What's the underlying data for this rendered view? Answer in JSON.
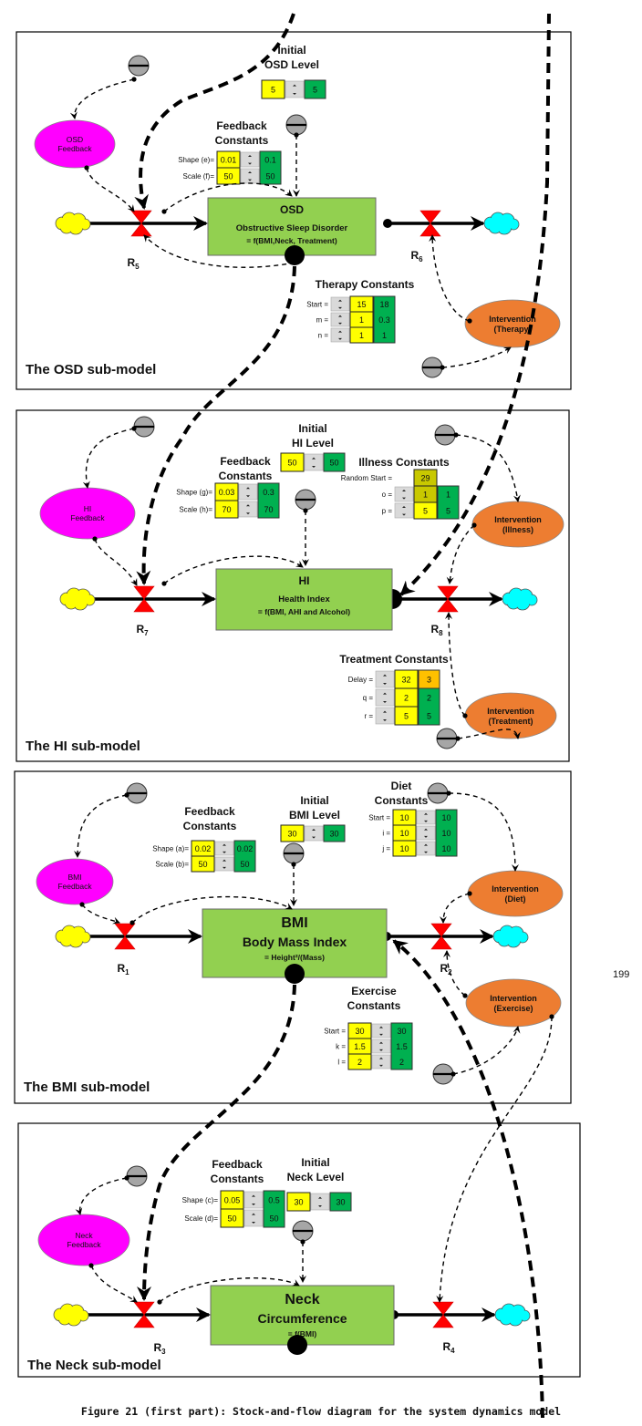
{
  "page_number": "199",
  "caption": "Figure 21 (first part):  Stock-and-flow diagram for the system dynamics model",
  "colors": {
    "stock": "#92d050",
    "input": "#ffff00",
    "output": "#00b050",
    "feedback": "#ff00ff",
    "intervention": "#ed7d31",
    "valve": "#ff0000",
    "source_cloud": "#ffff00",
    "sink_cloud": "#00ffff",
    "highlight": "#ffc000",
    "olive": "#c8c800"
  },
  "models": [
    {
      "title": "The OSD sub-model",
      "stock": {
        "name": "OSD",
        "subtitle": "Obstructive Sleep Disorder",
        "formula": "= f(BMI,Neck, Treatment)"
      },
      "feedback": [
        "OSD",
        "Feedback"
      ],
      "rate_in": "R5",
      "rate_out": "R6",
      "initial": {
        "title": [
          "Initial",
          "OSD Level"
        ],
        "rows": [
          {
            "label": "",
            "value": "5",
            "output": "5"
          }
        ]
      },
      "feedback_constants": {
        "title": [
          "Feedback",
          "Constants"
        ],
        "rows": [
          {
            "label": "Shape (e)=",
            "value": "0.01",
            "output": "0.1"
          },
          {
            "label": "Scale (f)=",
            "value": "50",
            "output": "50"
          }
        ]
      },
      "tables": [
        {
          "title": [
            "Therapy Constants"
          ],
          "rows": [
            {
              "label": "Start =",
              "value": "15",
              "output": "18"
            },
            {
              "label": "m =",
              "value": "1",
              "output": "0.3"
            },
            {
              "label": "n =",
              "value": "1",
              "output": "1"
            }
          ]
        }
      ],
      "interventions": [
        [
          "Intervention",
          "(Therapy)"
        ]
      ]
    },
    {
      "title": "The HI sub-model",
      "stock": {
        "name": "HI",
        "subtitle": "Health Index",
        "formula": "= f(BMI, AHI and Alcohol)"
      },
      "feedback": [
        "HI",
        "Feedback"
      ],
      "rate_in": "R7",
      "rate_out": "R8",
      "initial": {
        "title": [
          "Initial",
          "HI Level"
        ],
        "rows": [
          {
            "label": "",
            "value": "50",
            "output": "50"
          }
        ]
      },
      "feedback_constants": {
        "title": [
          "Feedback",
          "Constants"
        ],
        "rows": [
          {
            "label": "Shape (g)=",
            "value": "0.03",
            "output": "0.3"
          },
          {
            "label": "Scale (h)=",
            "value": "70",
            "output": "70"
          }
        ]
      },
      "tables": [
        {
          "title": [
            "Illness Constants"
          ],
          "rows": [
            {
              "label": "Random Start =",
              "value": "29",
              "output": null
            },
            {
              "label": "o =",
              "value": "1",
              "output": "1"
            },
            {
              "label": "p =",
              "value": "5",
              "output": "5"
            }
          ]
        },
        {
          "title": [
            "Treatment Constants"
          ],
          "rows": [
            {
              "label": "Delay =",
              "value": "32",
              "output": "3"
            },
            {
              "label": "q =",
              "value": "2",
              "output": "2"
            },
            {
              "label": "r =",
              "value": "5",
              "output": "5"
            }
          ]
        }
      ],
      "interventions": [
        [
          "Intervention",
          "(Illness)"
        ],
        [
          "Intervention",
          "(Treatment)"
        ]
      ]
    },
    {
      "title": "The BMI sub-model",
      "stock": {
        "name": "BMI",
        "subtitle": "Body Mass Index",
        "formula": "= Height²/(Mass)"
      },
      "feedback": [
        "BMI",
        "Feedback"
      ],
      "rate_in": "R1",
      "rate_out": "R2",
      "initial": {
        "title": [
          "Initial",
          "BMI Level"
        ],
        "rows": [
          {
            "label": "",
            "value": "30",
            "output": "30"
          }
        ]
      },
      "feedback_constants": {
        "title": [
          "Feedback",
          "Constants"
        ],
        "rows": [
          {
            "label": "Shape (a)=",
            "value": "0.02",
            "output": "0.02"
          },
          {
            "label": "Scale (b)=",
            "value": "50",
            "output": "50"
          }
        ]
      },
      "tables": [
        {
          "title": [
            "Diet",
            "Constants"
          ],
          "rows": [
            {
              "label": "Start =",
              "value": "10",
              "output": "10"
            },
            {
              "label": "i =",
              "value": "10",
              "output": "10"
            },
            {
              "label": "j =",
              "value": "10",
              "output": "10"
            }
          ]
        },
        {
          "title": [
            "Exercise",
            "Constants"
          ],
          "rows": [
            {
              "label": "Start =",
              "value": "30",
              "output": "30"
            },
            {
              "label": "k =",
              "value": "1.5",
              "output": "1.5"
            },
            {
              "label": "l =",
              "value": "2",
              "output": "2"
            }
          ]
        }
      ],
      "interventions": [
        [
          "Intervention",
          "(Diet)"
        ],
        [
          "Intervention",
          "(Exercise)"
        ]
      ]
    },
    {
      "title": "The Neck sub-model",
      "stock": {
        "name": "Neck",
        "subtitle": "Circumference",
        "formula": "= f(BMI)"
      },
      "feedback": [
        "Neck",
        "Feedback"
      ],
      "rate_in": "R3",
      "rate_out": "R4",
      "initial": {
        "title": [
          "Initial",
          "Neck Level"
        ],
        "rows": [
          {
            "label": "",
            "value": "30",
            "output": "30"
          }
        ]
      },
      "feedback_constants": {
        "title": [
          "Feedback",
          "Constants"
        ],
        "rows": [
          {
            "label": "Shape (c)=",
            "value": "0.05",
            "output": "0.5"
          },
          {
            "label": "Scale (d)=",
            "value": "50",
            "output": "50"
          }
        ]
      },
      "tables": [],
      "interventions": []
    }
  ]
}
